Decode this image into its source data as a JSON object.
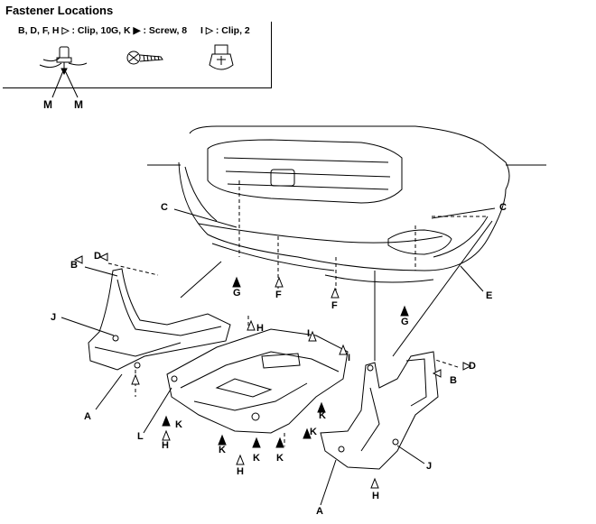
{
  "legend": {
    "title": "Fastener Locations",
    "items": [
      {
        "codes": "B, D, F, H",
        "marker": "open-triangle",
        "desc": ": Clip, 10"
      },
      {
        "codes": "G, K",
        "marker": "filled-triangle",
        "desc": ": Screw, 8"
      },
      {
        "codes": "I",
        "marker": "open-triangle",
        "desc": ": Clip, 2"
      }
    ],
    "m_labels": [
      "M",
      "M"
    ]
  },
  "labels": {
    "A1": "A",
    "A2": "A",
    "B1": "B",
    "B2": "B",
    "C1": "C",
    "C2": "C",
    "D1": "D",
    "D2": "D",
    "E": "E",
    "F1": "F",
    "F2": "F",
    "G1": "G",
    "G2": "G",
    "H1": "H",
    "H2": "H",
    "H3": "H",
    "H4": "H",
    "I1": "I",
    "I2": "I",
    "J1": "J",
    "J2": "J",
    "K1": "K",
    "K2": "K",
    "K3": "K",
    "K4": "K",
    "K5": "K",
    "K6": "K",
    "L": "L"
  }
}
